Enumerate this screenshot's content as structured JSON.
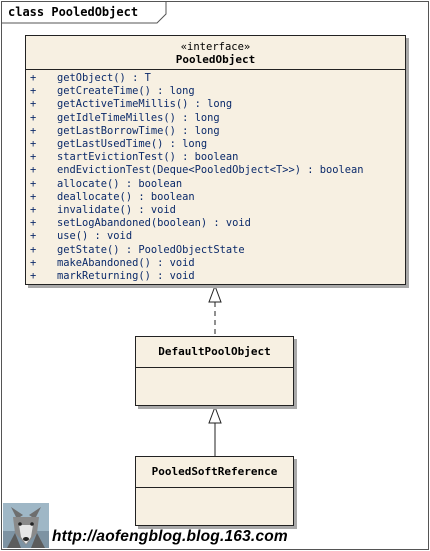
{
  "frame": {
    "title": "class PooledObject"
  },
  "interface": {
    "stereotype": "«interface»",
    "name": "PooledObject",
    "operations": [
      {
        "visibility": "+",
        "signature": "getObject() : T"
      },
      {
        "visibility": "+",
        "signature": "getCreateTime() : long"
      },
      {
        "visibility": "+",
        "signature": "getActiveTimeMillis() : long"
      },
      {
        "visibility": "+",
        "signature": "getIdleTimeMilles() : long"
      },
      {
        "visibility": "+",
        "signature": "getLastBorrowTime() : long"
      },
      {
        "visibility": "+",
        "signature": "getLastUsedTime() : long"
      },
      {
        "visibility": "+",
        "signature": "startEvictionTest() : boolean"
      },
      {
        "visibility": "+",
        "signature": "endEvictionTest(Deque<PooledObject<T>>) : boolean"
      },
      {
        "visibility": "+",
        "signature": "allocate() : boolean"
      },
      {
        "visibility": "+",
        "signature": "deallocate() : boolean"
      },
      {
        "visibility": "+",
        "signature": "invalidate() : void"
      },
      {
        "visibility": "+",
        "signature": "setLogAbandoned(boolean) : void"
      },
      {
        "visibility": "+",
        "signature": "use() : void"
      },
      {
        "visibility": "+",
        "signature": "getState() : PooledObjectState"
      },
      {
        "visibility": "+",
        "signature": "makeAbandoned() : void"
      },
      {
        "visibility": "+",
        "signature": "markReturning() : void"
      }
    ]
  },
  "implementation_class": {
    "name": "DefaultPoolObject"
  },
  "subclass": {
    "name": "PooledSoftReference"
  },
  "relations": [
    {
      "type": "realization",
      "from": "DefaultPoolObject",
      "to": "PooledObject"
    },
    {
      "type": "generalization",
      "from": "PooledSoftReference",
      "to": "DefaultPoolObject"
    }
  ],
  "watermark": {
    "text": "http://aofengblog.blog.163.com",
    "image": "wolf-logo"
  },
  "colors": {
    "class_fill": "#f7f0e2",
    "operation_text": "#0b2a6a",
    "border": "#222222",
    "shadow": "#a9a9a9"
  }
}
